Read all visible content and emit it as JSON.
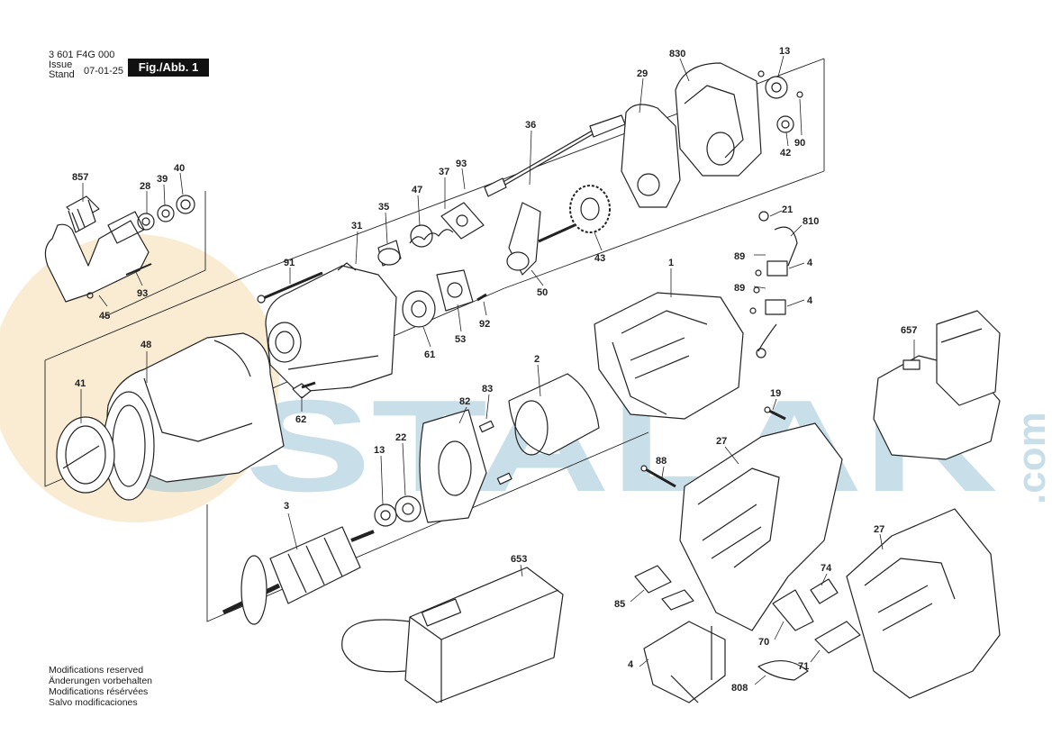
{
  "header": {
    "doc_number": "3 601 F4G 000",
    "issue_label_1": "Issue",
    "issue_label_2": "Stand",
    "issue_date": "07-01-25",
    "figure_label": "Fig./Abb. 1"
  },
  "notes": [
    "Modifications reserved",
    "Änderungen vorbehalten",
    "Modifications résérvées",
    "Salvo modificaciones"
  ],
  "watermark": {
    "text": "USTALAR",
    "domain": ".com",
    "color": "#9cc4d8",
    "circle_color": "#f4d49c"
  },
  "parts": [
    {
      "id": "857"
    },
    {
      "id": "28"
    },
    {
      "id": "39"
    },
    {
      "id": "40"
    },
    {
      "id": "93a",
      "label": "93"
    },
    {
      "id": "45"
    },
    {
      "id": "48"
    },
    {
      "id": "41"
    },
    {
      "id": "91"
    },
    {
      "id": "31"
    },
    {
      "id": "35"
    },
    {
      "id": "47"
    },
    {
      "id": "37"
    },
    {
      "id": "93b",
      "label": "93"
    },
    {
      "id": "36"
    },
    {
      "id": "29"
    },
    {
      "id": "830"
    },
    {
      "id": "13a",
      "label": "13"
    },
    {
      "id": "42"
    },
    {
      "id": "90"
    },
    {
      "id": "50"
    },
    {
      "id": "43"
    },
    {
      "id": "61"
    },
    {
      "id": "53"
    },
    {
      "id": "92"
    },
    {
      "id": "62"
    },
    {
      "id": "1"
    },
    {
      "id": "21"
    },
    {
      "id": "810"
    },
    {
      "id": "89a",
      "label": "89"
    },
    {
      "id": "4a",
      "label": "4"
    },
    {
      "id": "89b",
      "label": "89"
    },
    {
      "id": "4b",
      "label": "4"
    },
    {
      "id": "657"
    },
    {
      "id": "2"
    },
    {
      "id": "83"
    },
    {
      "id": "82"
    },
    {
      "id": "19"
    },
    {
      "id": "13b",
      "label": "13"
    },
    {
      "id": "22"
    },
    {
      "id": "27a",
      "label": "27"
    },
    {
      "id": "88"
    },
    {
      "id": "3"
    },
    {
      "id": "27b",
      "label": "27"
    },
    {
      "id": "653"
    },
    {
      "id": "74"
    },
    {
      "id": "85"
    },
    {
      "id": "70"
    },
    {
      "id": "71"
    },
    {
      "id": "4c",
      "label": "4"
    },
    {
      "id": "808"
    }
  ]
}
